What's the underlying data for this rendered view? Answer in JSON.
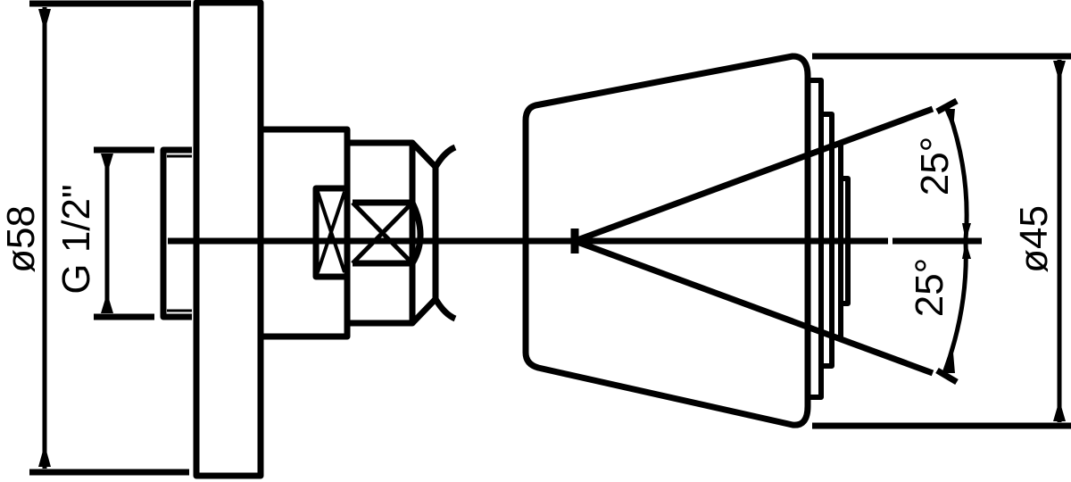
{
  "drawing": {
    "title": "Shower head side view technical drawing",
    "line_color": "#000000",
    "background": "#ffffff"
  },
  "dimensions": {
    "outer_diameter": "ø58",
    "thread": "G 1/2\"",
    "head_diameter": "ø45",
    "angle_upper": "25°",
    "angle_lower": "25°"
  }
}
